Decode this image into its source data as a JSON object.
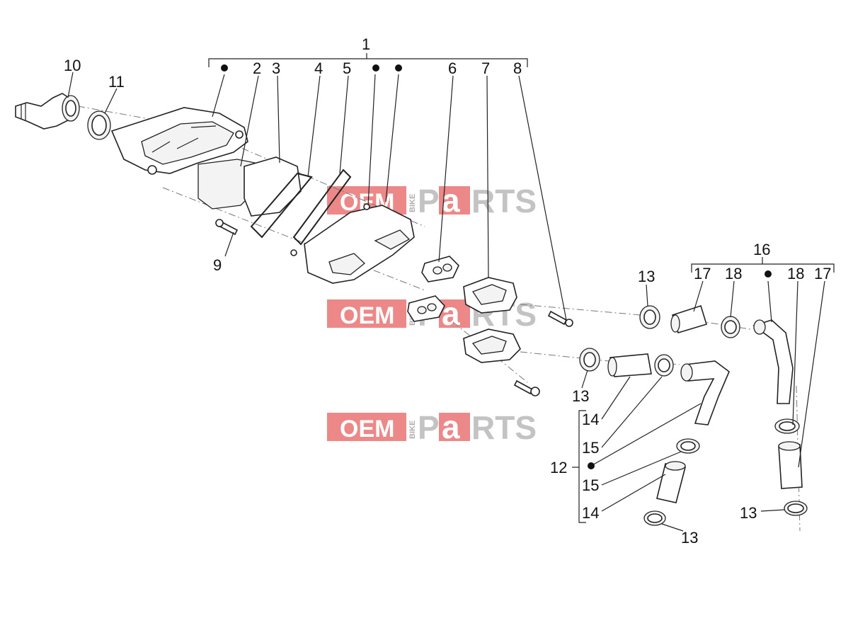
{
  "diagram": {
    "callouts": [
      "1",
      "2",
      "3",
      "4",
      "5",
      "6",
      "7",
      "8",
      "9",
      "10",
      "11",
      "12",
      "13",
      "14",
      "15",
      "16",
      "17",
      "18"
    ],
    "watermark": {
      "oem": "OEM",
      "bike": "BIKE",
      "p": "P",
      "a": "a",
      "rts": "RTS"
    }
  }
}
